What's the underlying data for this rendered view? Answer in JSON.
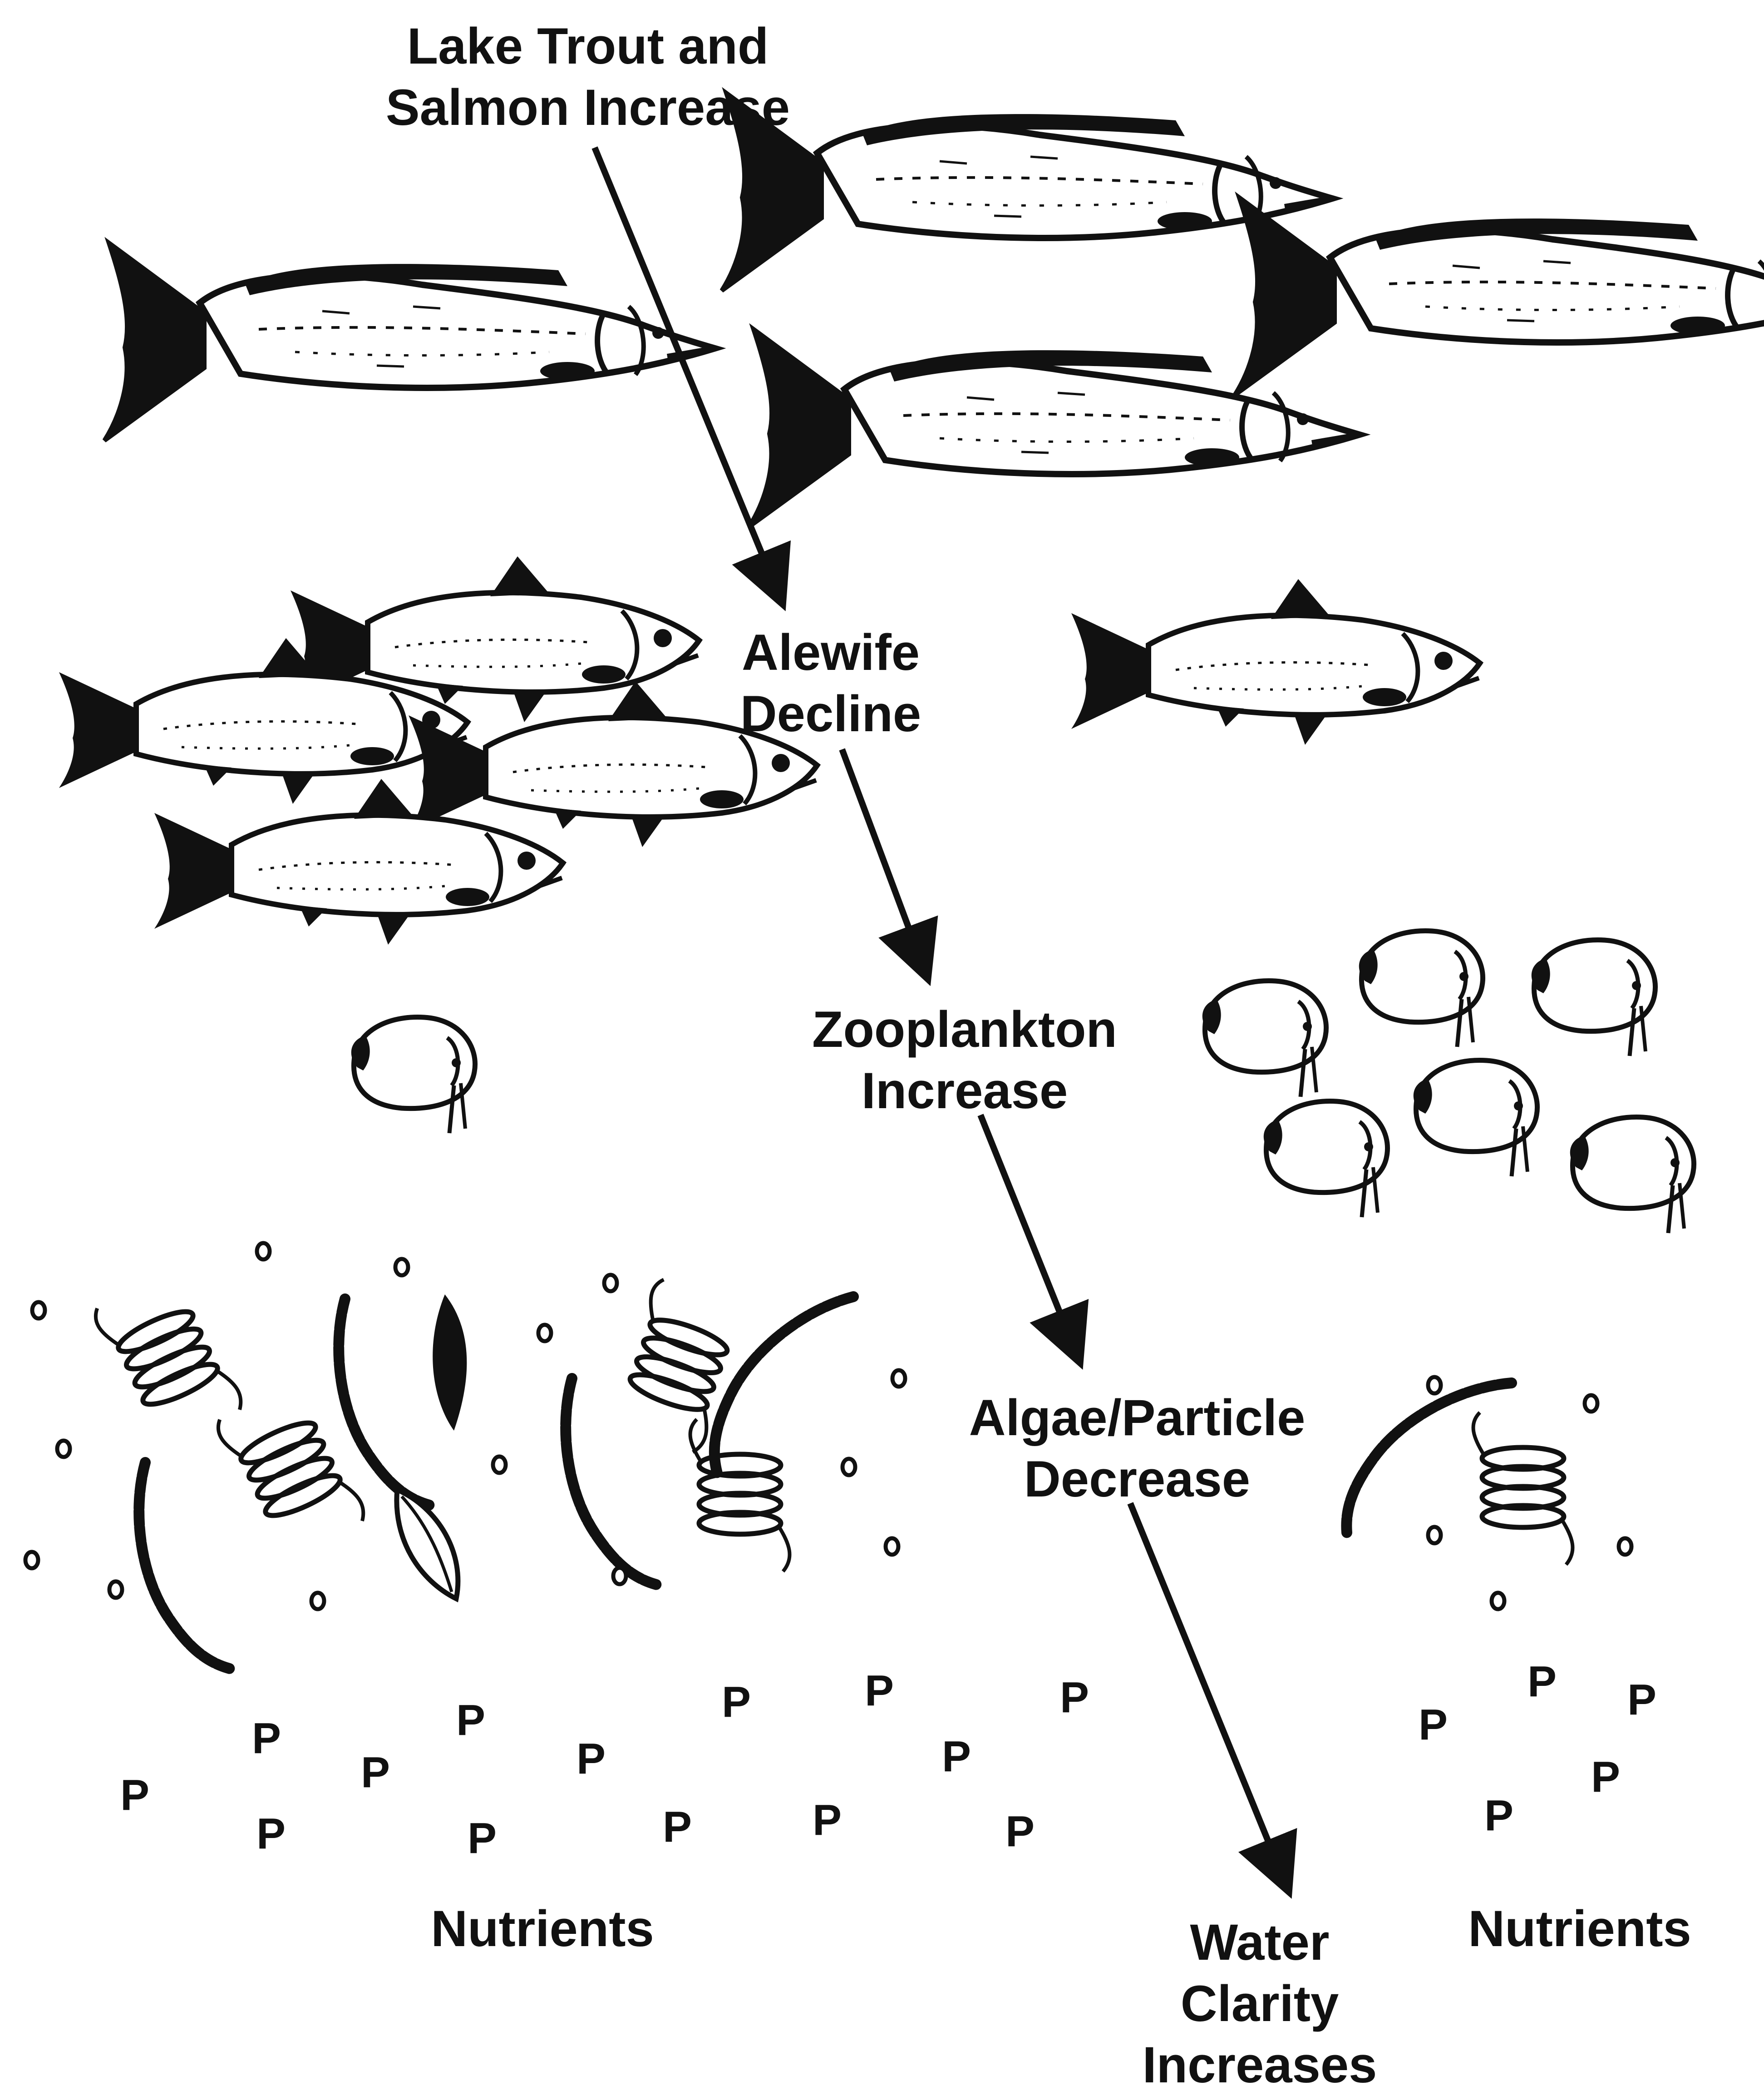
{
  "labels": {
    "top_line1": "Lake Trout and",
    "top_line2": "Salmon Increase",
    "alewife_line1": "Alewife",
    "alewife_line2": "Decline",
    "zoo_line1": "Zooplankton",
    "zoo_line2": "Increase",
    "algae_line1": "Algae/Particle",
    "algae_line2": "Decrease",
    "water_line1": "Water",
    "water_line2": "Clarity",
    "water_line3": "Increases",
    "nutrients_left": "Nutrients",
    "nutrients_right": "Nutrients",
    "p": "P"
  },
  "colors": {
    "ink": "#111111",
    "paper": "#ffffff"
  }
}
